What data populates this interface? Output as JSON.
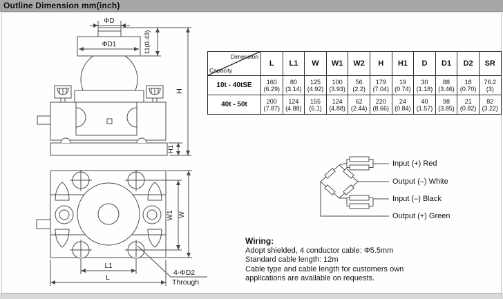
{
  "title": "Outline Dimension mm(inch)",
  "table": {
    "corner": {
      "top": "Dimension",
      "bottom": "Capacity"
    },
    "columns": [
      "L",
      "L1",
      "W",
      "W1",
      "W2",
      "H",
      "H1",
      "D",
      "D1",
      "D2",
      "SR"
    ],
    "rows": [
      {
        "label": "10t - 40tSE",
        "values": [
          [
            "160",
            "(6.29)"
          ],
          [
            "80",
            "(3.14)"
          ],
          [
            "125",
            "(4.92)"
          ],
          [
            "100",
            "(3.93)"
          ],
          [
            "56",
            "(2.2)"
          ],
          [
            "179",
            "(7.04)"
          ],
          [
            "19",
            "(0.74)"
          ],
          [
            "30",
            "(1.18)"
          ],
          [
            "88",
            "(3.46)"
          ],
          [
            "18",
            "(0.70)"
          ],
          [
            "76.2",
            "(3)"
          ]
        ]
      },
      {
        "label": "40t - 50t",
        "values": [
          [
            "200",
            "(7.87)"
          ],
          [
            "124",
            "(4.88)"
          ],
          [
            "155",
            "(6.1)"
          ],
          [
            "124",
            "(4.88)"
          ],
          [
            "62",
            "(2.44)"
          ],
          [
            "220",
            "(8.66)"
          ],
          [
            "24",
            "(0.84)"
          ],
          [
            "40",
            "(1.57)"
          ],
          [
            "98",
            "(3.85)"
          ],
          [
            "21",
            "(0.82)"
          ],
          [
            "82",
            "(3.22)"
          ]
        ]
      }
    ]
  },
  "side_view": {
    "labels": {
      "phi_d": "ΦD",
      "phi_d1": "ΦD1",
      "cap_height": "11(0.43)",
      "h": "H",
      "h1": "H1"
    }
  },
  "top_view": {
    "labels": {
      "w1": "W1",
      "w": "W",
      "l1": "L1",
      "l": "L",
      "holes": "4-ΦD2",
      "through": "Through"
    }
  },
  "wiring_diagram": {
    "labels": [
      "Input (+) Red",
      "Output (–) White",
      "Input (–) Black",
      "Output (+) Green"
    ]
  },
  "wiring_text": {
    "heading": "Wiring:",
    "lines": [
      "Adopt shielded, 4 conductor cable: Φ5.5mm",
      "Standard cable length: 12m",
      "Cable type and cable length for customers own",
      "applications are available on requests."
    ]
  },
  "colors": {
    "title_bar": "#a7a7a7",
    "drawing_line": "#4a4a4a",
    "table_border": "#2b2b2b"
  }
}
